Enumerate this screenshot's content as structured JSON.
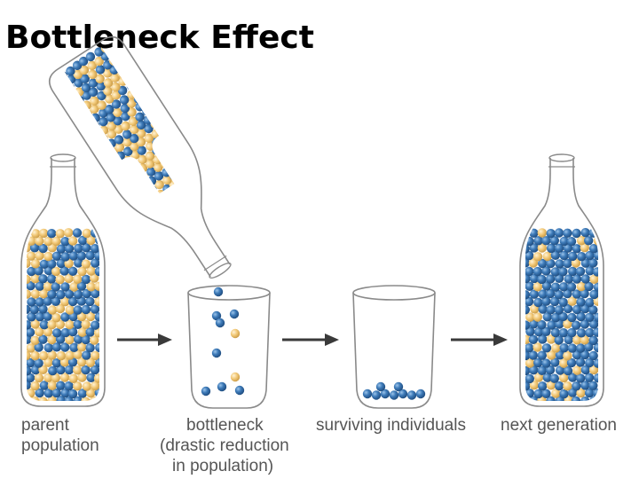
{
  "title": "Bottleneck Effect",
  "labels": {
    "parent": [
      "parent",
      "population"
    ],
    "bottleneck": [
      "bottleneck",
      "(drastic reduction",
      "in population)"
    ],
    "surviving": [
      "surviving individuals"
    ],
    "next": [
      "next generation"
    ]
  },
  "colors": {
    "blue_marble": "#3d7ab8",
    "yellow_marble": "#f2c978",
    "glass_outline": "#8a8a8a",
    "arrow": "#3a3a3a",
    "label_text": "#555555"
  }
}
